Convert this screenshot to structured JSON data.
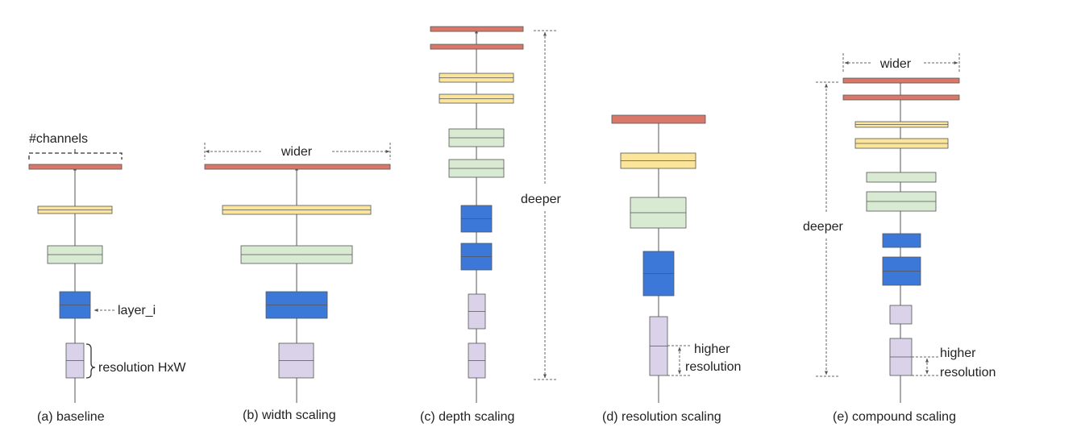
{
  "colors": {
    "red": "#d9776a",
    "yellow": "#fbe59b",
    "green": "#d9ead3",
    "blue": "#3c78d8",
    "purple": "#d9d2e9",
    "line": "#555555",
    "dash": "#666666"
  },
  "panels": {
    "a": {
      "caption": "(a) baseline",
      "channels_label": "#channels",
      "layer_label": "layer_i",
      "resolution_label": "resolution HxW"
    },
    "b": {
      "caption": "(b) width scaling",
      "wider_label": "wider"
    },
    "c": {
      "caption": "(c) depth scaling",
      "deeper_label": "deeper"
    },
    "d": {
      "caption": "(d) resolution scaling",
      "higher_label": "higher",
      "resolution_label": "resolution"
    },
    "e": {
      "caption": "(e) compound scaling",
      "wider_label": "wider",
      "deeper_label": "deeper",
      "higher_label": "higher",
      "resolution_label": "resolution"
    }
  }
}
